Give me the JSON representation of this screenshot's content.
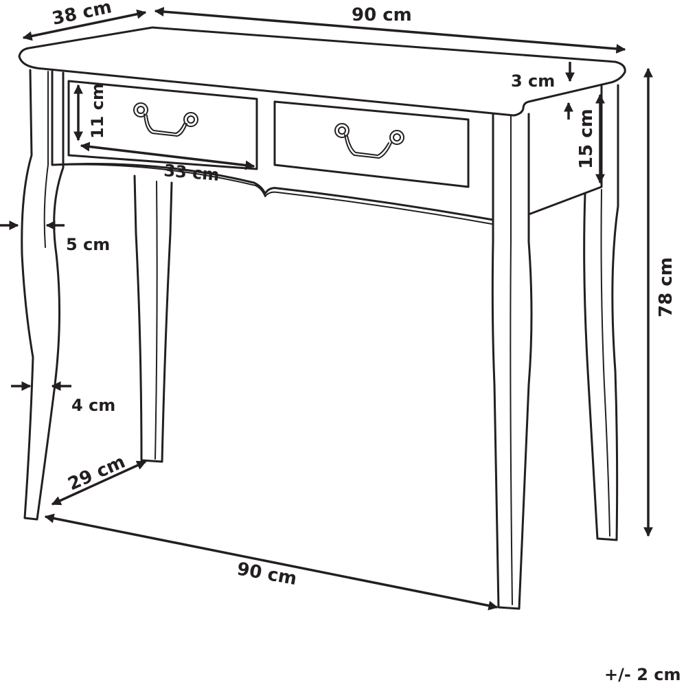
{
  "dimensions": {
    "top_depth": "38 cm",
    "top_width": "90 cm",
    "top_thickness": "3 cm",
    "apron_height": "15 cm",
    "total_height": "78 cm",
    "drawer_height": "11 cm",
    "drawer_width": "33 cm",
    "leg_top_width": "5 cm",
    "leg_bottom_width": "4 cm",
    "base_depth": "29 cm",
    "base_width": "90 cm"
  },
  "tolerance": "+/- 2 cm"
}
